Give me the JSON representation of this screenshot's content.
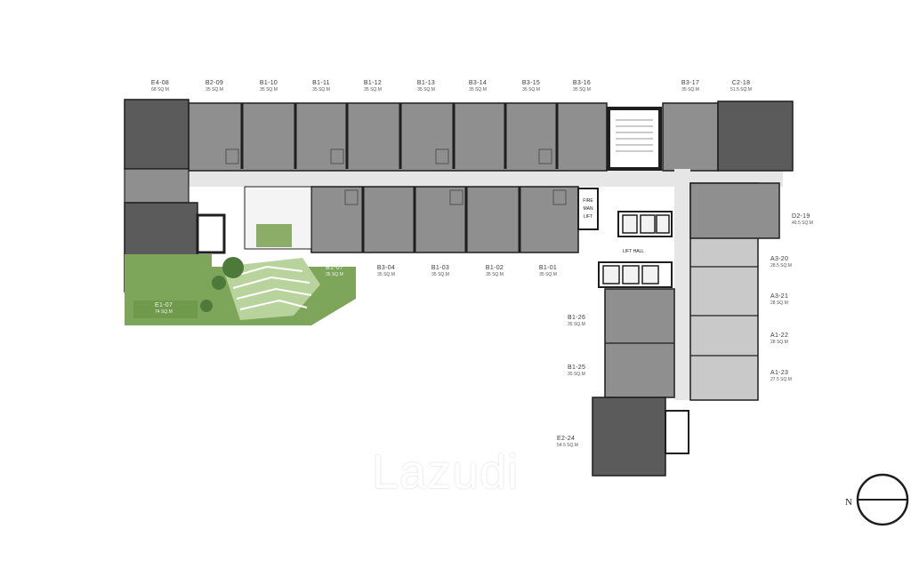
{
  "colors": {
    "unit_mid": "#8f8f8f",
    "unit_dark": "#5b5b5b",
    "unit_light": "#c9c9c9",
    "corridor": "#e6e6e6",
    "wall": "#1e1e1e",
    "garden": "#7ea65a",
    "garden_dark": "#4e7a39",
    "garden_light": "#b9d39c"
  },
  "units_top": [
    {
      "code": "E4-08",
      "area": "68 SQ.M"
    },
    {
      "code": "B2-09",
      "area": "35 SQ.M"
    },
    {
      "code": "B1-10",
      "area": "35 SQ.M"
    },
    {
      "code": "B1-11",
      "area": "35 SQ.M"
    },
    {
      "code": "B1-12",
      "area": "35 SQ.M"
    },
    {
      "code": "B1-13",
      "area": "35 SQ.M"
    },
    {
      "code": "B3-14",
      "area": "35 SQ.M"
    },
    {
      "code": "B3-15",
      "area": "35 SQ.M"
    },
    {
      "code": "B3-16",
      "area": "35 SQ.M"
    },
    {
      "code": "B3-17",
      "area": "35 SQ.M"
    },
    {
      "code": "C2-18",
      "area": "51.5 SQ.M"
    }
  ],
  "units_inner": [
    {
      "code": "B1-07",
      "area": "35 SQ.M"
    },
    {
      "code": "B3-04",
      "area": "35 SQ.M"
    },
    {
      "code": "B1-03",
      "area": "35 SQ.M"
    },
    {
      "code": "B1-02",
      "area": "35 SQ.M"
    },
    {
      "code": "B1-01",
      "area": "35 SQ.M"
    }
  ],
  "units_right": [
    {
      "code": "D2-19",
      "area": "49.5 SQ.M"
    },
    {
      "code": "A3-20",
      "area": "28.5 SQ.M"
    },
    {
      "code": "A3-21",
      "area": "28 SQ.M"
    },
    {
      "code": "A1-22",
      "area": "28 SQ.M"
    },
    {
      "code": "A1-23",
      "area": "27.5 SQ.M"
    }
  ],
  "units_wing": [
    {
      "code": "B1-26",
      "area": "35 SQ.M"
    },
    {
      "code": "B1-25",
      "area": "35 SQ.M"
    },
    {
      "code": "E2-24",
      "area": "54.5 SQ.M"
    }
  ],
  "unit_left_bottom": {
    "code": "E1-07",
    "area": "74 SQ.M"
  },
  "lift_hall_label": "LIFT HALL",
  "fireman_lift_label": "FIRE MAN LIFT",
  "compass_label": "N",
  "watermark": "Lazudi"
}
